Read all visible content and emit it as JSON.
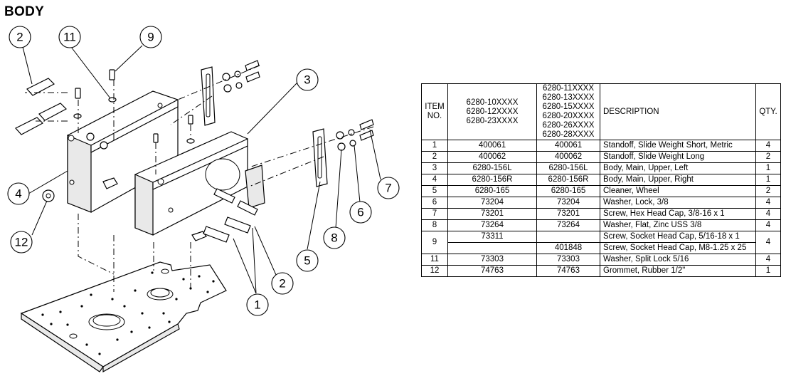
{
  "title": "BODY",
  "balloons": [
    "2",
    "11",
    "9",
    "3",
    "4",
    "12",
    "5",
    "8",
    "6",
    "7",
    "2",
    "1"
  ],
  "bom": {
    "headers": {
      "item": [
        "ITEM",
        "NO."
      ],
      "col_a": [
        "6280-10XXXX",
        "6280-12XXXX",
        "6280-23XXXX"
      ],
      "col_b": [
        "6280-11XXXX",
        "6280-13XXXX",
        "6280-15XXXX",
        "6280-20XXXX",
        "6280-26XXXX",
        "6280-28XXXX"
      ],
      "description": "DESCRIPTION",
      "qty": "QTY."
    },
    "rows": [
      {
        "item": "1",
        "a": "400061",
        "b": "400061",
        "desc": "Standoff, Slide Weight Short, Metric",
        "qty": "4"
      },
      {
        "item": "2",
        "a": "400062",
        "b": "400062",
        "desc": "Standoff, Slide Weight Long",
        "qty": "2"
      },
      {
        "item": "3",
        "a": "6280-156L",
        "b": "6280-156L",
        "desc": "Body, Main, Upper, Left",
        "qty": "1"
      },
      {
        "item": "4",
        "a": "6280-156R",
        "b": "6280-156R",
        "desc": "Body, Main, Upper, Right",
        "qty": "1"
      },
      {
        "item": "5",
        "a": "6280-165",
        "b": "6280-165",
        "desc": "Cleaner, Wheel",
        "qty": "2"
      },
      {
        "item": "6",
        "a": "73204",
        "b": "73204",
        "desc": "Washer, Lock, 3/8",
        "qty": "4"
      },
      {
        "item": "7",
        "a": "73201",
        "b": "73201",
        "desc": "Screw, Hex Head Cap, 3/8-16 x 1",
        "qty": "4"
      },
      {
        "item": "8",
        "a": "73264",
        "b": "73264",
        "desc": "Washer, Flat, Zinc USS 3/8",
        "qty": "4"
      }
    ],
    "row9": {
      "item": "9",
      "a1": "73311",
      "b1": "",
      "desc1": "Screw, Socket Head Cap, 5/16-18 x 1",
      "a2": "",
      "b2": "401848",
      "desc2": "Screw, Socket Head Cap, M8-1.25 x 25",
      "qty": "4"
    },
    "rows_end": [
      {
        "item": "11",
        "a": "73303",
        "b": "73303",
        "desc": "Washer, Split Lock 5/16",
        "qty": "4"
      },
      {
        "item": "12",
        "a": "74763",
        "b": "74763",
        "desc": "Grommet, Rubber 1/2\"",
        "qty": "1"
      }
    ]
  }
}
